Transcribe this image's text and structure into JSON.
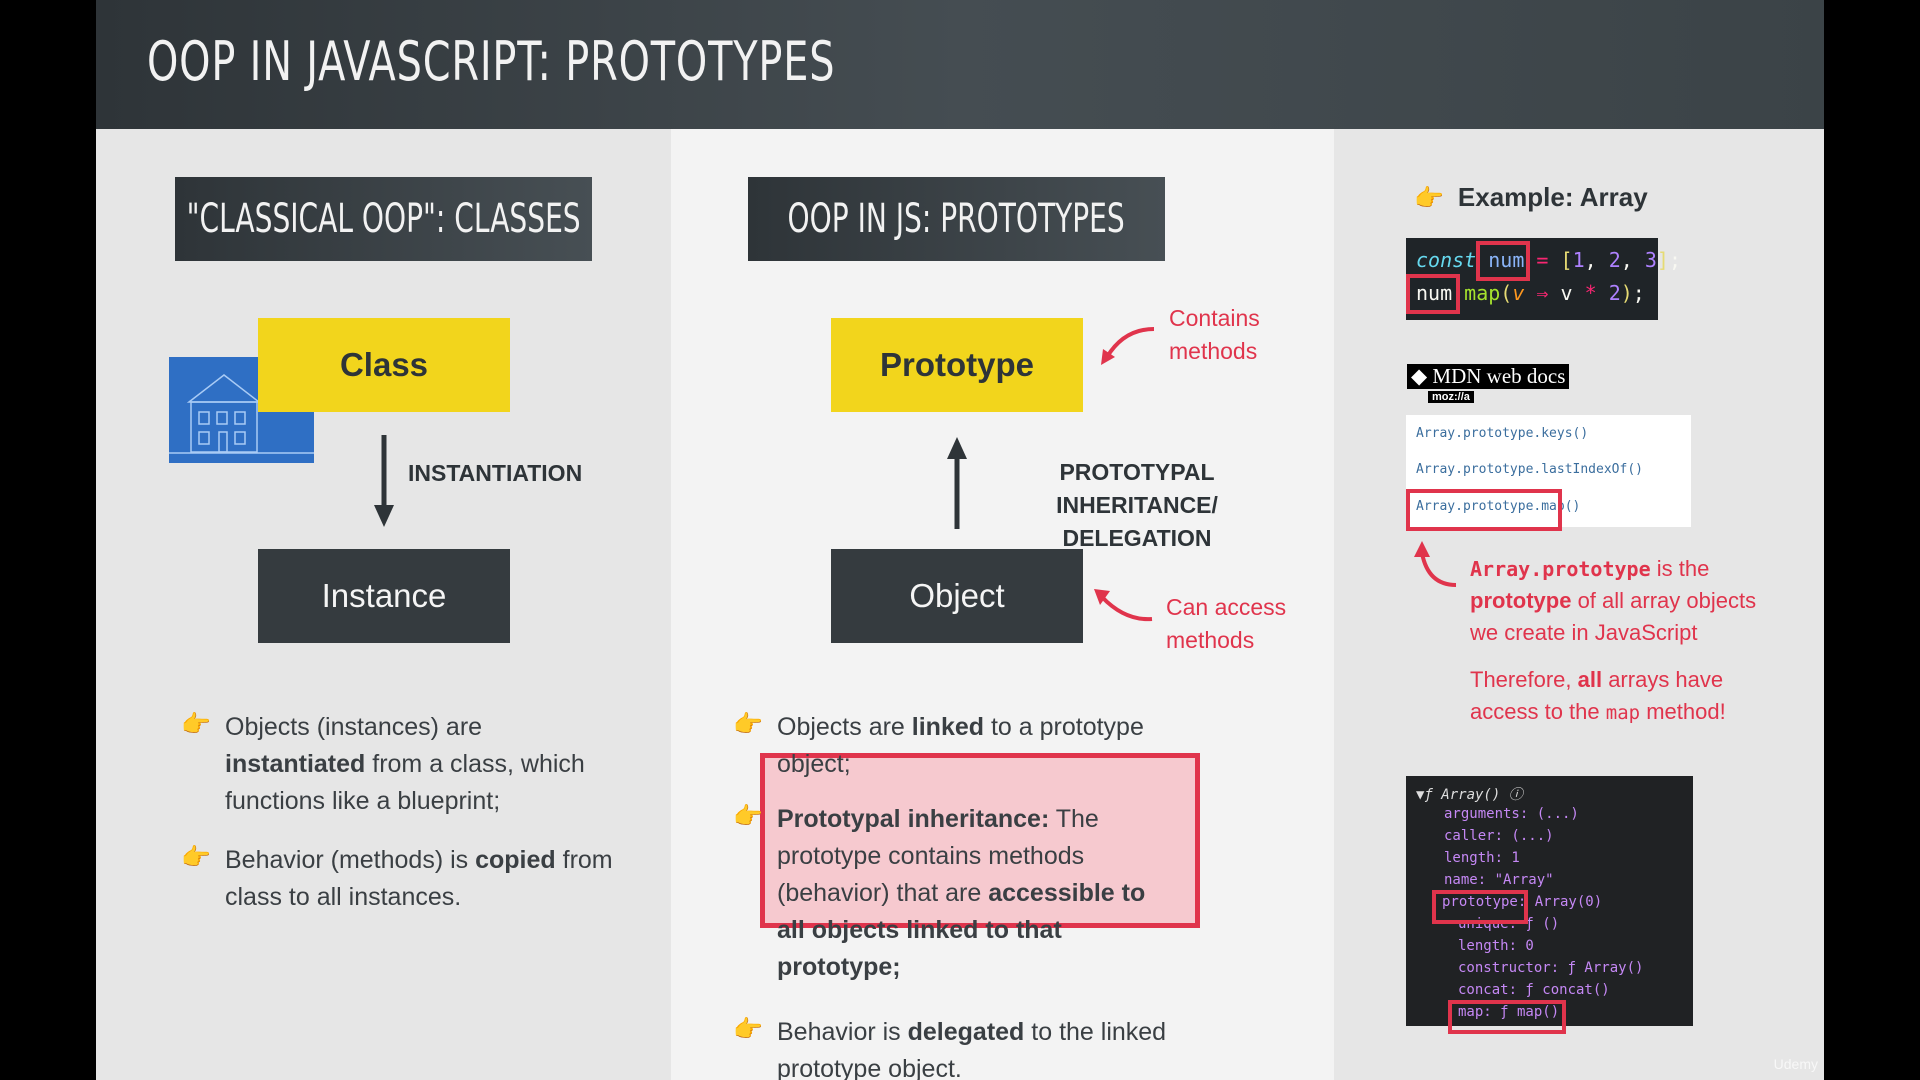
{
  "header": {
    "title": "OOP IN JAVASCRIPT: PROTOTYPES"
  },
  "left": {
    "title": "\"CLASSICAL OOP\": CLASSES",
    "class_label": "Class",
    "arrow_label": "INSTANTIATION",
    "instance_label": "Instance",
    "bullets": [
      {
        "parts": [
          "Objects (instances) are ",
          "instantiated",
          " from a class, which functions like a blueprint;"
        ]
      },
      {
        "parts": [
          "Behavior (methods) is ",
          "copied",
          " from class to all instances."
        ]
      }
    ]
  },
  "middle": {
    "title": "OOP IN JS: PROTOTYPES",
    "prototype_label": "Prototype",
    "object_label": "Object",
    "arrow_label_line1": "PROTOTYPAL INHERITANCE/",
    "arrow_label_line2": "DELEGATION",
    "note_contains_1": "Contains",
    "note_contains_2": "methods",
    "note_access_1": "Can access",
    "note_access_2": "methods",
    "bullets": [
      {
        "parts": [
          "Objects are ",
          "linked",
          " to a prototype object;"
        ]
      },
      {
        "parts": [
          "Prototypal inheritance:",
          " The prototype contains methods (behavior) that are ",
          "accessible to all objects linked to that prototype;"
        ]
      },
      {
        "parts": [
          "Behavior is ",
          "delegated",
          " to the linked prototype object."
        ]
      }
    ]
  },
  "right": {
    "example_title": "Example: Array",
    "code_line1": [
      "const",
      " ",
      "num",
      " = ",
      "[",
      "1",
      ", ",
      "2",
      ", ",
      "3",
      "]",
      ";"
    ],
    "code_line2": [
      "num",
      ".",
      "map",
      "(",
      "v",
      " ⇒ ",
      "v",
      " * ",
      "2",
      ")",
      ";"
    ],
    "mdn_logo": "MDN web docs",
    "mdn_sub": "moz://a",
    "mdn_items": [
      "Array.prototype.keys()",
      "Array.prototype.lastIndexOf()",
      "Array.prototype.map()"
    ],
    "note1_code": "Array.prototype",
    "note1_a": " is the ",
    "note1_b": "prototype",
    "note1_c": " of all array objects we create in JavaScript",
    "note2_a": "Therefore, ",
    "note2_b": "all",
    "note2_c": " arrays have access to the ",
    "note2_d": "map",
    "note2_e": " method!",
    "console": [
      "▼ƒ Array() ⓘ",
      "arguments: (...)",
      "caller: (...)",
      "length: 1",
      "name: \"Array\"",
      "prototype: Array(0)",
      "unique: ƒ ()",
      "length: 0",
      "constructor: ƒ Array()",
      "concat: ƒ concat()",
      "map: ƒ map()"
    ],
    "watermark": "Udemy"
  },
  "colors": {
    "accent_yellow": "#f2d51c",
    "accent_red": "#e0344c",
    "dark": "#2e3438"
  }
}
